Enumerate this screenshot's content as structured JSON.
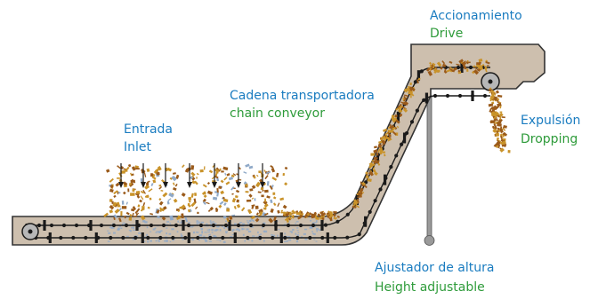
{
  "colors": {
    "spanish_label": "#1a7cc0",
    "english_label": "#2e9b3a",
    "housing_fill": "#cdbfae",
    "housing_stroke": "#333333",
    "chain": "#1a1a1a",
    "chips_brown": "#9a5a1a",
    "chips_gold": "#c9932a",
    "chips_blue": "#8fa9c8",
    "support": "#9a9a9a"
  },
  "labels": {
    "drive": {
      "es": "Accionamiento",
      "en": "Drive"
    },
    "chain": {
      "es": "Cadena transportadora",
      "en": "chain conveyor"
    },
    "inlet": {
      "es": "Entrada",
      "en": "Inlet"
    },
    "drop": {
      "es": "Expulsión",
      "en": "Dropping"
    },
    "height": {
      "es": "Ajustador de altura",
      "en": "Height adjustable"
    }
  },
  "icons": [
    "inlet-arrow-icon",
    "drive-sprocket-icon",
    "tail-sprocket-icon",
    "chip-particle-icon"
  ]
}
